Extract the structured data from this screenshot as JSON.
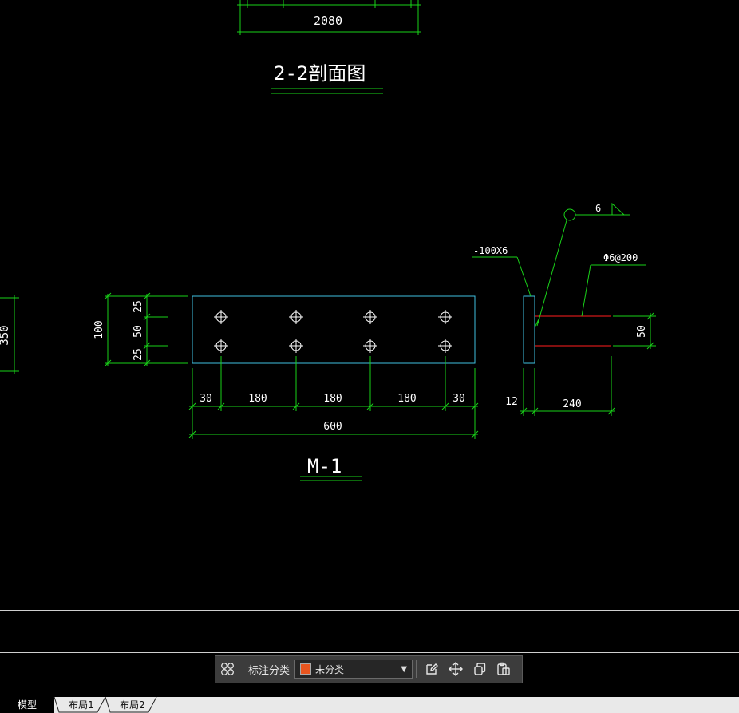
{
  "drawing": {
    "top_dim": "2080",
    "section_title": "2-2剖面图",
    "left_dim": "350",
    "plate_height_dim": "100",
    "vertical_dims": [
      "25",
      "50",
      "25"
    ],
    "bottom_dims": [
      "30",
      "180",
      "180",
      "180",
      "30"
    ],
    "total_dim": "600",
    "plate_title": "M-1",
    "plate_spec": "-100X6",
    "weld_size": "6",
    "rebar_spec": "Φ6@200",
    "thickness_dim": "12",
    "anchor_length": "240",
    "anchor_spacing": "50"
  },
  "toolbar": {
    "label": "标注分类",
    "dropdown_value": "未分类",
    "swatch_color": "#e8551f"
  },
  "tabs": [
    "模型",
    "布局1",
    "布局2"
  ],
  "colors": {
    "dim_green": "#19d219",
    "plate_cyan": "#3fc0e0",
    "rebar_red": "#d01818",
    "background": "#000000"
  }
}
